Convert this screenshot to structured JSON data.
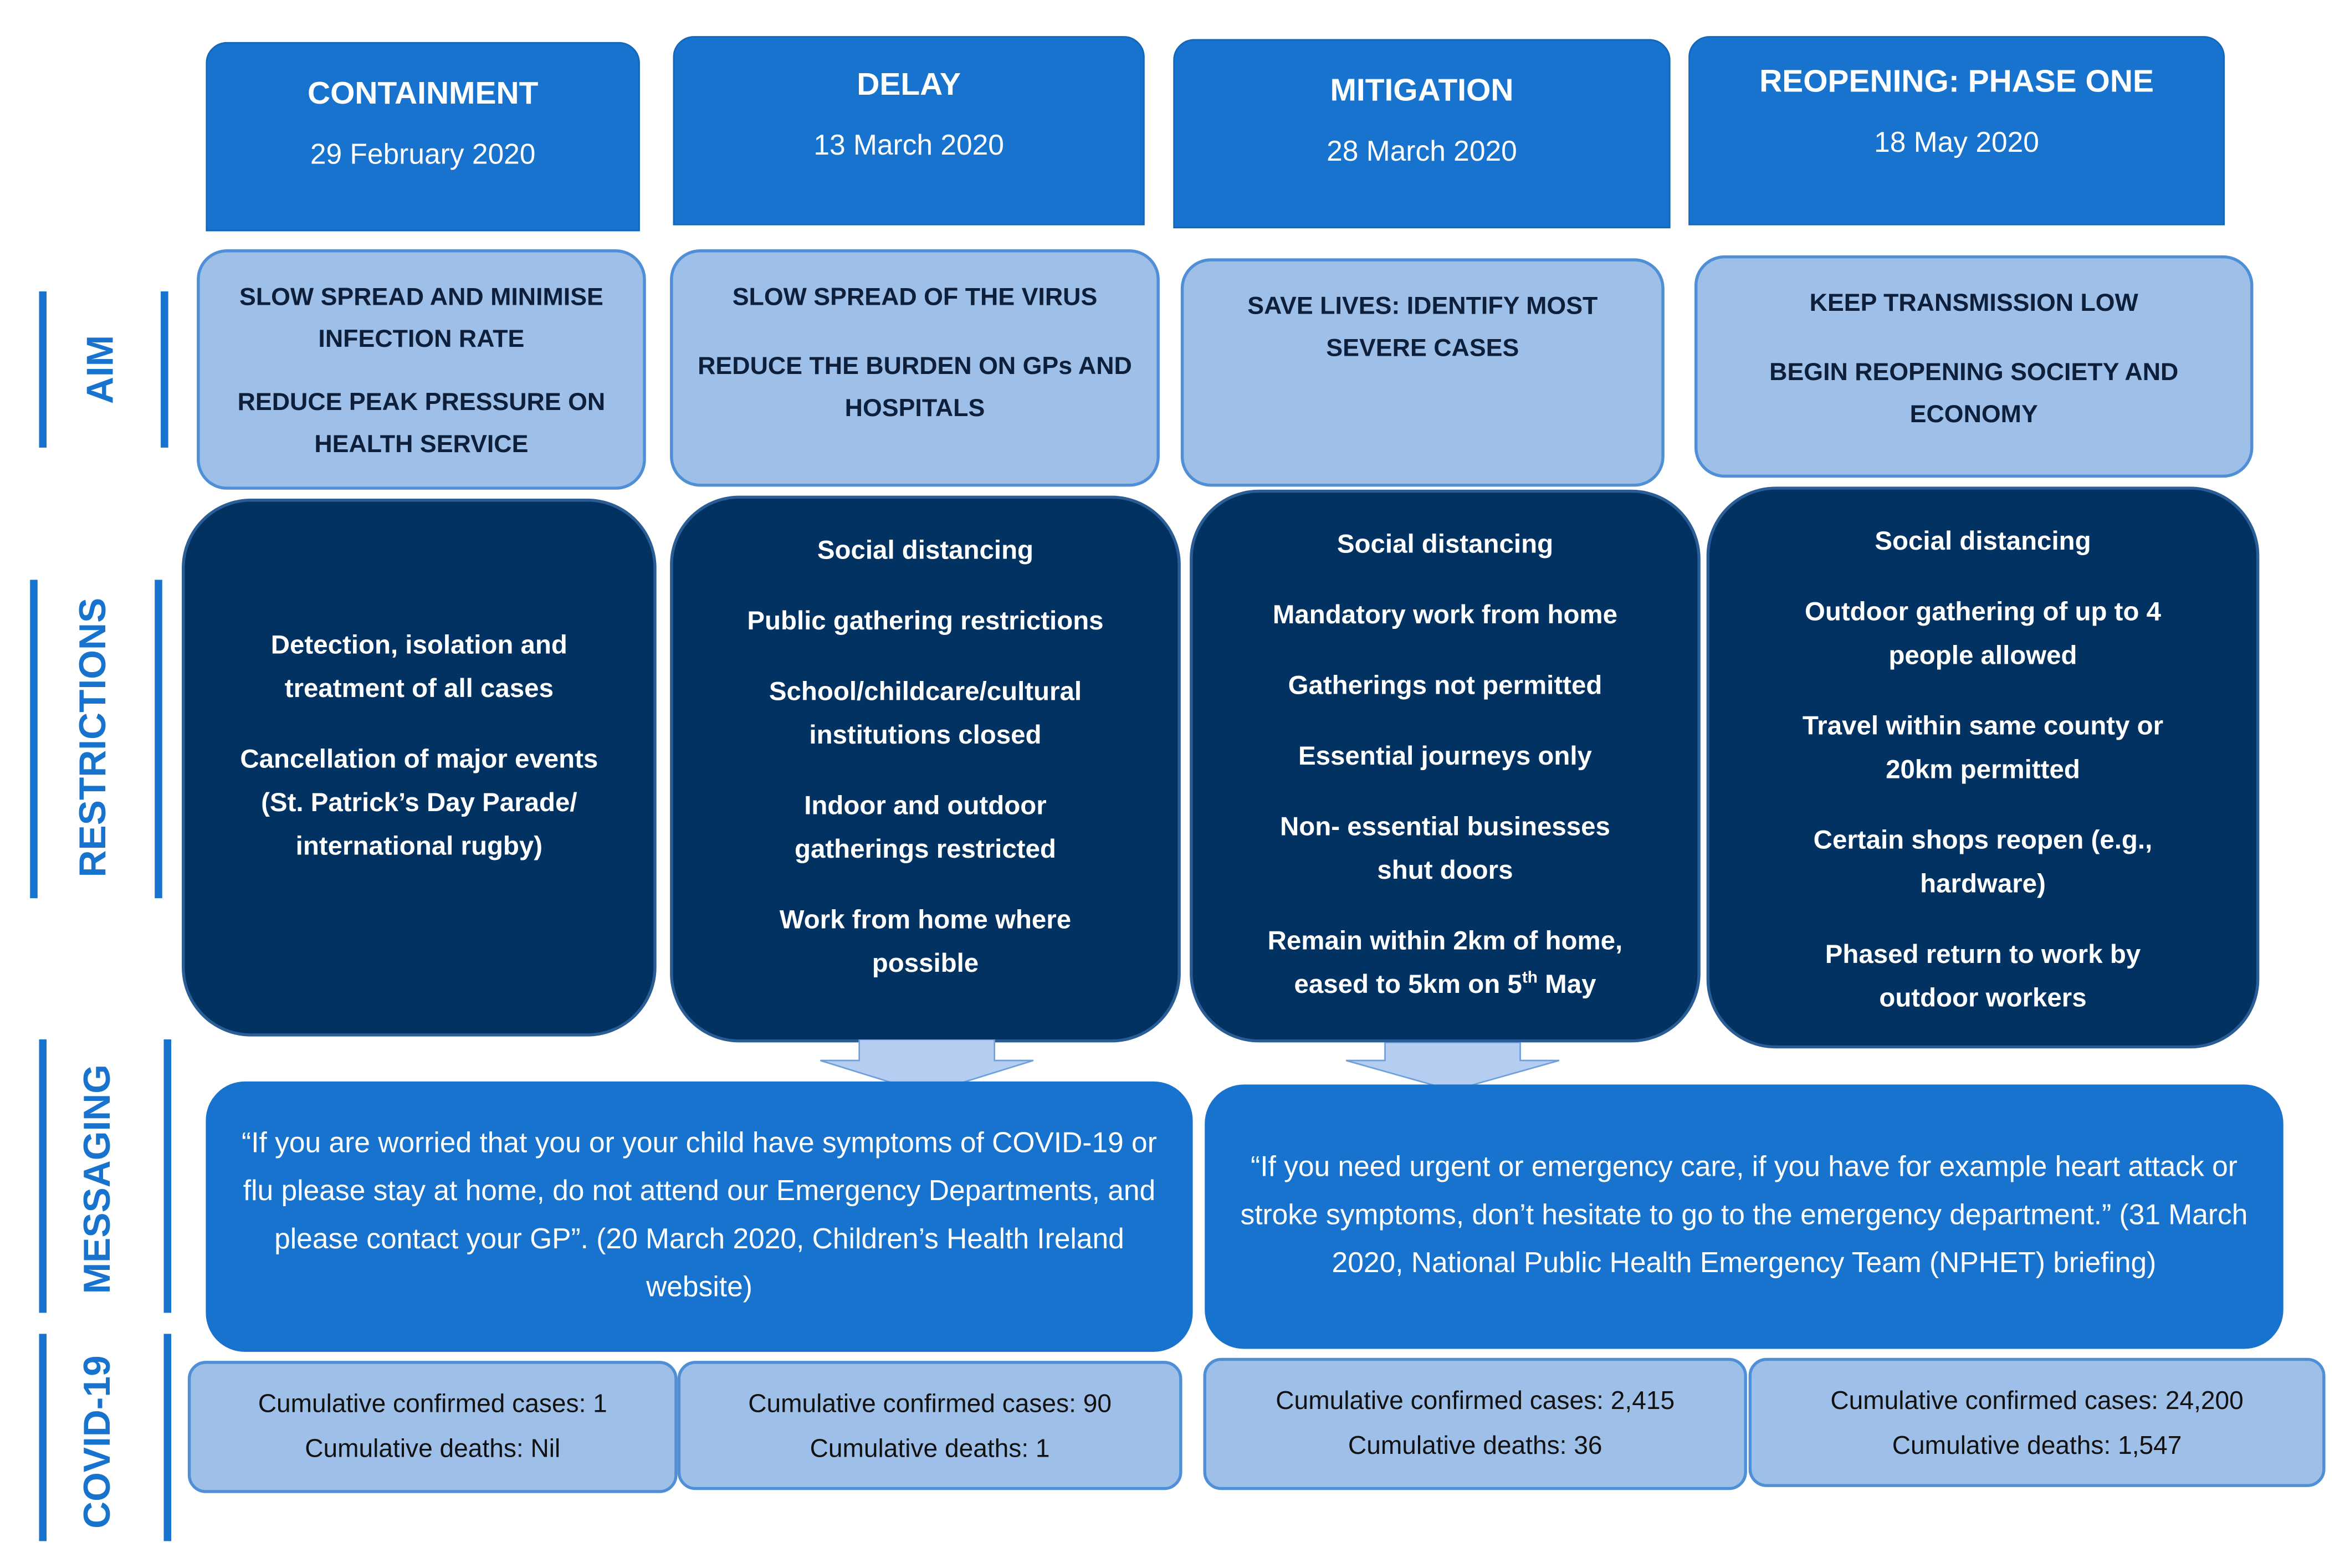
{
  "phases": [
    {
      "title": "CONTAINMENT",
      "date": "29 February 2020",
      "aims": [
        "SLOW SPREAD AND MINIMISE INFECTION RATE",
        "REDUCE PEAK PRESSURE ON HEALTH SERVICE"
      ],
      "restrictions": [
        "Detection, isolation and treatment of all cases",
        "Cancellation of major events (St. Patrick’s Day Parade/ international rugby)"
      ],
      "cases": "Cumulative confirmed cases:  1",
      "deaths": "Cumulative deaths:  Nil"
    },
    {
      "title": "DELAY",
      "date": "13 March 2020",
      "aims": [
        "SLOW SPREAD OF THE VIRUS",
        "REDUCE THE BURDEN ON GPs AND HOSPITALS"
      ],
      "restrictions": [
        "Social distancing",
        "Public gathering restrictions",
        "School/childcare/cultural institutions closed",
        "Indoor and outdoor gatherings restricted",
        "Work from home where possible"
      ],
      "cases": "Cumulative confirmed cases:  90",
      "deaths": "Cumulative deaths: 1"
    },
    {
      "title": "MITIGATION",
      "date": "28 March 2020",
      "aims": [
        "SAVE LIVES: IDENTIFY MOST SEVERE CASES"
      ],
      "restrictions": [
        "Social distancing",
        "Mandatory work from home",
        "Gatherings not permitted",
        "Essential journeys only",
        "Non- essential businesses shut doors"
      ],
      "restriction_last": {
        "text": "Remain within 2km of home, eased to 5km on 5",
        "sup": "th",
        "after": " May"
      },
      "cases": "Cumulative confirmed cases:  2,415",
      "deaths": "Cumulative deaths:  36"
    },
    {
      "title": "REOPENING: PHASE ONE",
      "date": "18 May 2020",
      "aims": [
        "KEEP TRANSMISSION LOW",
        "BEGIN REOPENING SOCIETY AND ECONOMY"
      ],
      "restrictions": [
        "Social distancing",
        "Outdoor gathering of up to 4 people allowed",
        "Travel within same county or 20km permitted",
        "Certain shops reopen (e.g., hardware)",
        "Phased return to work by outdoor workers"
      ],
      "cases": "Cumulative confirmed cases:  24,200",
      "deaths": "Cumulative deaths:  1,547"
    }
  ],
  "messaging": [
    "“If you are worried that you or your child have symptoms  of COVID-19 or flu please stay at home, do not attend our Emergency Departments, and please contact your GP”. (20 March 2020,  Children’s Health Ireland website)",
    "“If you need urgent or emergency care, if you have for example heart attack or stroke symptoms, don’t hesitate to go to the emergency department.”  (31 March 2020, National Public Health Emergency Team (NPHET) briefing)"
  ],
  "row_labels": {
    "aim": "AIM",
    "restrictions": "RESTRICTIONS",
    "messaging": "MESSAGING",
    "covid": "COVID-19"
  },
  "colors": {
    "header": "#1773cd",
    "aim_fill": "#9ebfe8",
    "restriction_fill": "#023261",
    "message_fill": "#1773cd",
    "arrow_fill": "#b4cdf0"
  }
}
